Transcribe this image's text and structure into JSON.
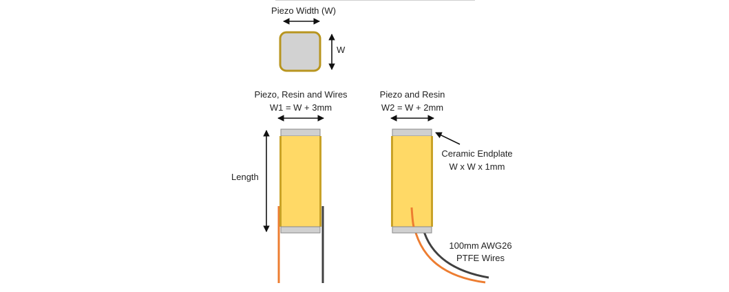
{
  "labels": {
    "piezo_width": "Piezo Width (W)",
    "w": "W",
    "piezo_resin_wires": "Piezo, Resin and Wires",
    "w1_formula": "W1 = W + 3mm",
    "piezo_and_resin": "Piezo and Resin",
    "w2_formula": "W2 = W + 2mm",
    "length": "Length",
    "ceramic_endplate": "Ceramic Endplate",
    "endplate_dims": "W x W x 1mm",
    "wire_length": "100mm AWG26",
    "wire_type": "PTFE Wires"
  },
  "colors": {
    "piezo_fill": "#d2d2d2",
    "piezo_border": "#b8951f",
    "resin_fill": "#ffd966",
    "resin_edge": "#c9a227",
    "endplate_fill": "#d0d0d0",
    "endplate_border": "#888888",
    "wire_orange": "#ed7d31",
    "wire_dark": "#404040",
    "arrow": "#111111"
  }
}
